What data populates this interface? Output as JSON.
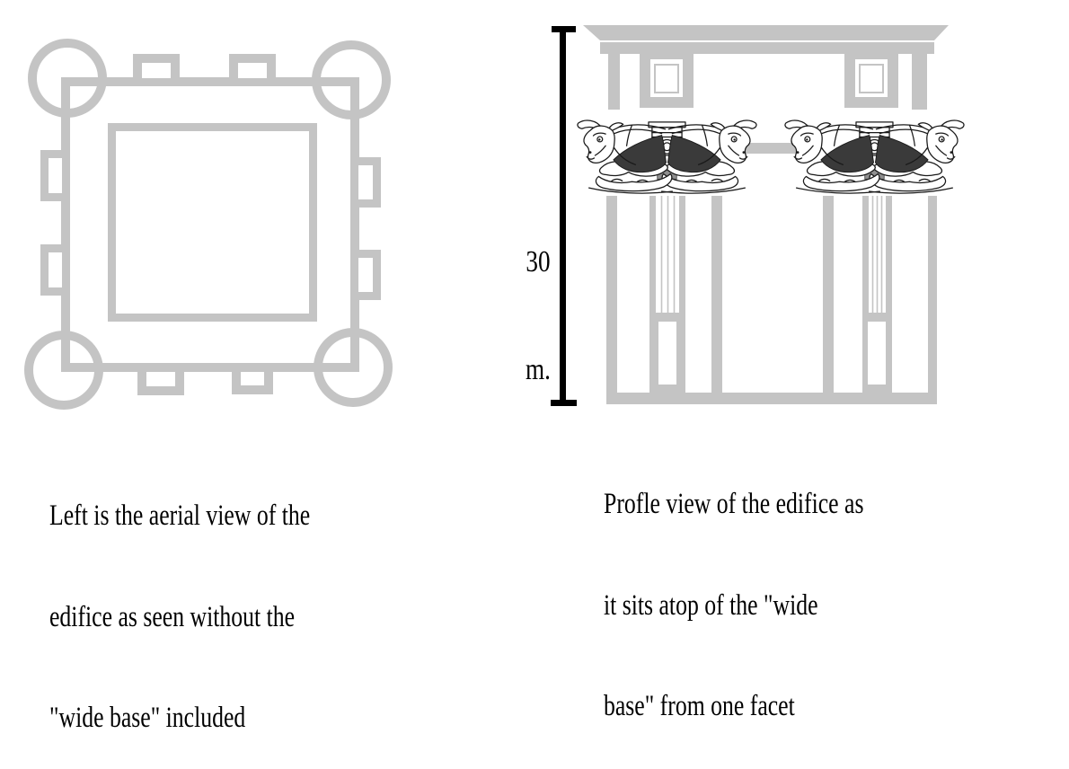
{
  "colors": {
    "structure_gray": "#c4c4c4",
    "measure_black": "#000000",
    "ink": "#1a1a1a"
  },
  "left_figure": {
    "description": "aerial plan of edifice",
    "caption_lines": [
      "Left is the aerial view of the",
      "edifice as seen without the",
      "\"wide base\" included"
    ]
  },
  "right_figure": {
    "description": "profile elevation with double-bull capitals",
    "dimension": {
      "value": "30",
      "unit": "m."
    },
    "caption_lines": [
      "Profle view of the edifice as",
      "it sits atop of the \"wide",
      "base\" from one facet"
    ]
  }
}
